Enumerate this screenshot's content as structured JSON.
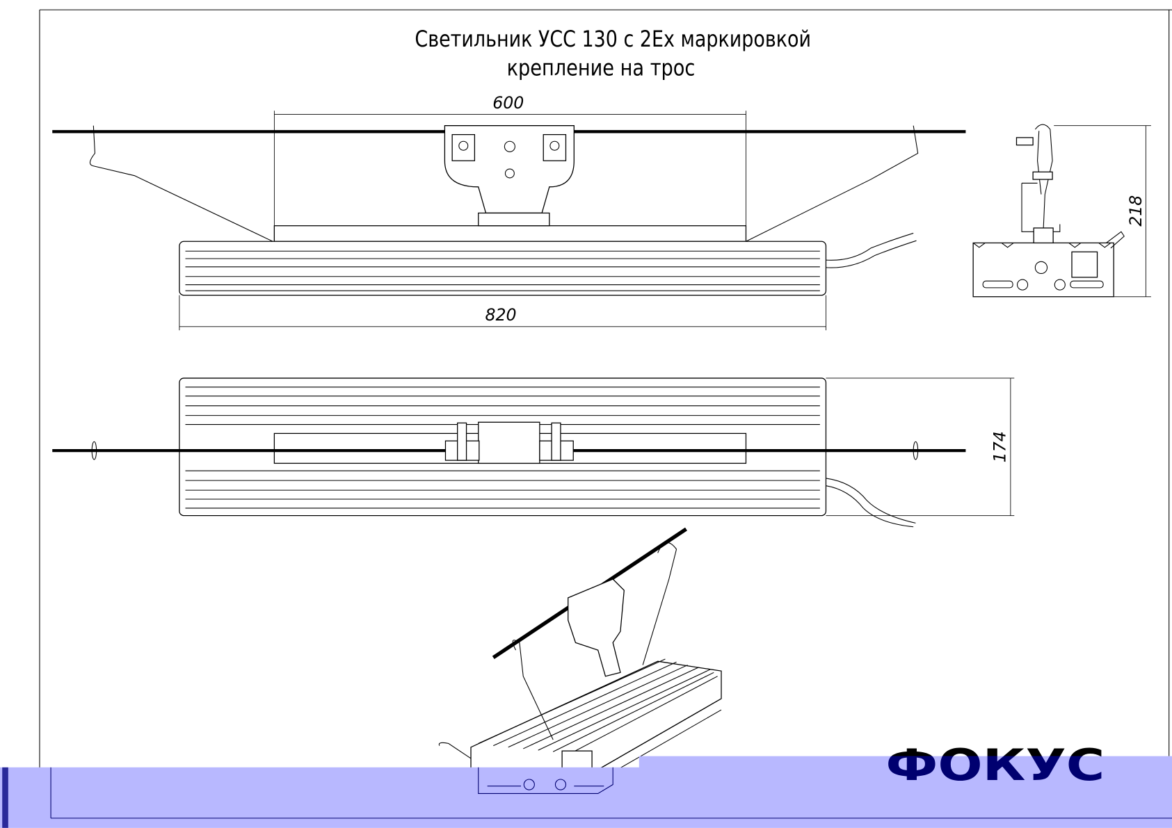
{
  "title": {
    "line1": "Светильник УСС 130 с 2Ex маркировкой",
    "line2": "крепление на трос"
  },
  "dimensions": {
    "bracket_span": "600",
    "body_length": "820",
    "body_width": "174",
    "side_height": "218"
  },
  "logo": {
    "text": "ФОКУС"
  },
  "colors": {
    "band": "#b8b8ff",
    "band_dark": "#2a2a9a",
    "logo_navy": "#000070"
  }
}
